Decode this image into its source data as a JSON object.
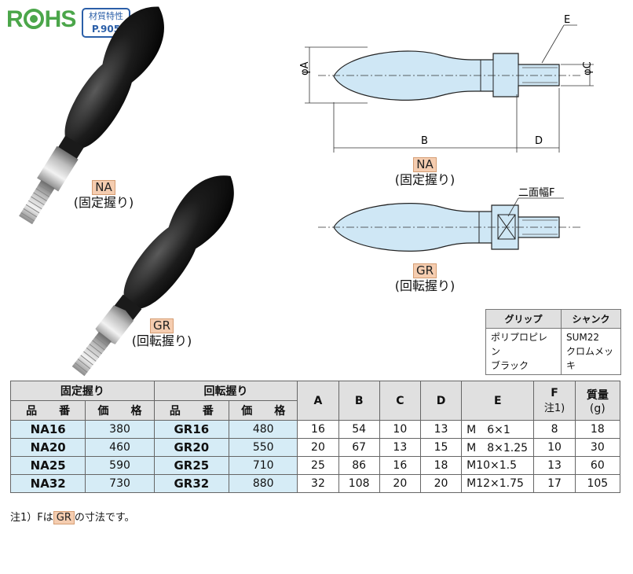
{
  "header": {
    "rohs": {
      "left": "R",
      "right": "HS"
    },
    "badge_line1": "材質特性",
    "badge_line2": "P.905"
  },
  "photos": {
    "na": {
      "code": "NA",
      "desc": "(固定握り)"
    },
    "gr": {
      "code": "GR",
      "desc": "(回転握り)"
    }
  },
  "drawing": {
    "dim_E": "E",
    "dim_A": "φA",
    "dim_C": "φC",
    "dim_B": "B",
    "dim_D": "D",
    "dim_F": "二面幅F",
    "na": {
      "code": "NA",
      "desc": "(固定握り)"
    },
    "gr": {
      "code": "GR",
      "desc": "(回転握り)"
    }
  },
  "material_table": {
    "headers": [
      "グリップ",
      "シャンク"
    ],
    "grip_lines": [
      "ポリプロピレン",
      "ブラック"
    ],
    "shank_lines": [
      "SUM22",
      "クロムメッキ"
    ]
  },
  "spec_table": {
    "group_fixed": "固定握り",
    "group_rotating": "回転握り",
    "sub_part": "品　　番",
    "sub_price": "価　　格",
    "col_A": "A",
    "col_B": "B",
    "col_C": "C",
    "col_D": "D",
    "col_E": "E",
    "col_F": "F",
    "col_F_note": "注1)",
    "col_mass": "質量",
    "col_mass_unit": "(g)",
    "rows": [
      {
        "na": "NA16",
        "na_price": "380",
        "gr": "GR16",
        "gr_price": "480",
        "A": "16",
        "B": "54",
        "C": "10",
        "D": "13",
        "E": "M　6×1",
        "F": "8",
        "mass": "18"
      },
      {
        "na": "NA20",
        "na_price": "460",
        "gr": "GR20",
        "gr_price": "550",
        "A": "20",
        "B": "67",
        "C": "13",
        "D": "15",
        "E": "M　8×1.25",
        "F": "10",
        "mass": "30"
      },
      {
        "na": "NA25",
        "na_price": "590",
        "gr": "GR25",
        "gr_price": "710",
        "A": "25",
        "B": "86",
        "C": "16",
        "D": "18",
        "E": "M10×1.5",
        "F": "13",
        "mass": "60"
      },
      {
        "na": "NA32",
        "na_price": "730",
        "gr": "GR32",
        "gr_price": "880",
        "A": "32",
        "B": "108",
        "C": "20",
        "D": "20",
        "E": "M12×1.75",
        "F": "17",
        "mass": "105"
      }
    ]
  },
  "note": {
    "prefix": "注1）Fは",
    "tag": "GR",
    "suffix": "の寸法です。"
  },
  "colors": {
    "rohs_green": "#4ba64a",
    "badge_blue": "#2b5fa8",
    "tag_orange": "#f5cdb0",
    "drawing_fill": "#cfe7f5",
    "cell_blue": "#d6ecf6",
    "header_gray": "#e0e0e0"
  }
}
